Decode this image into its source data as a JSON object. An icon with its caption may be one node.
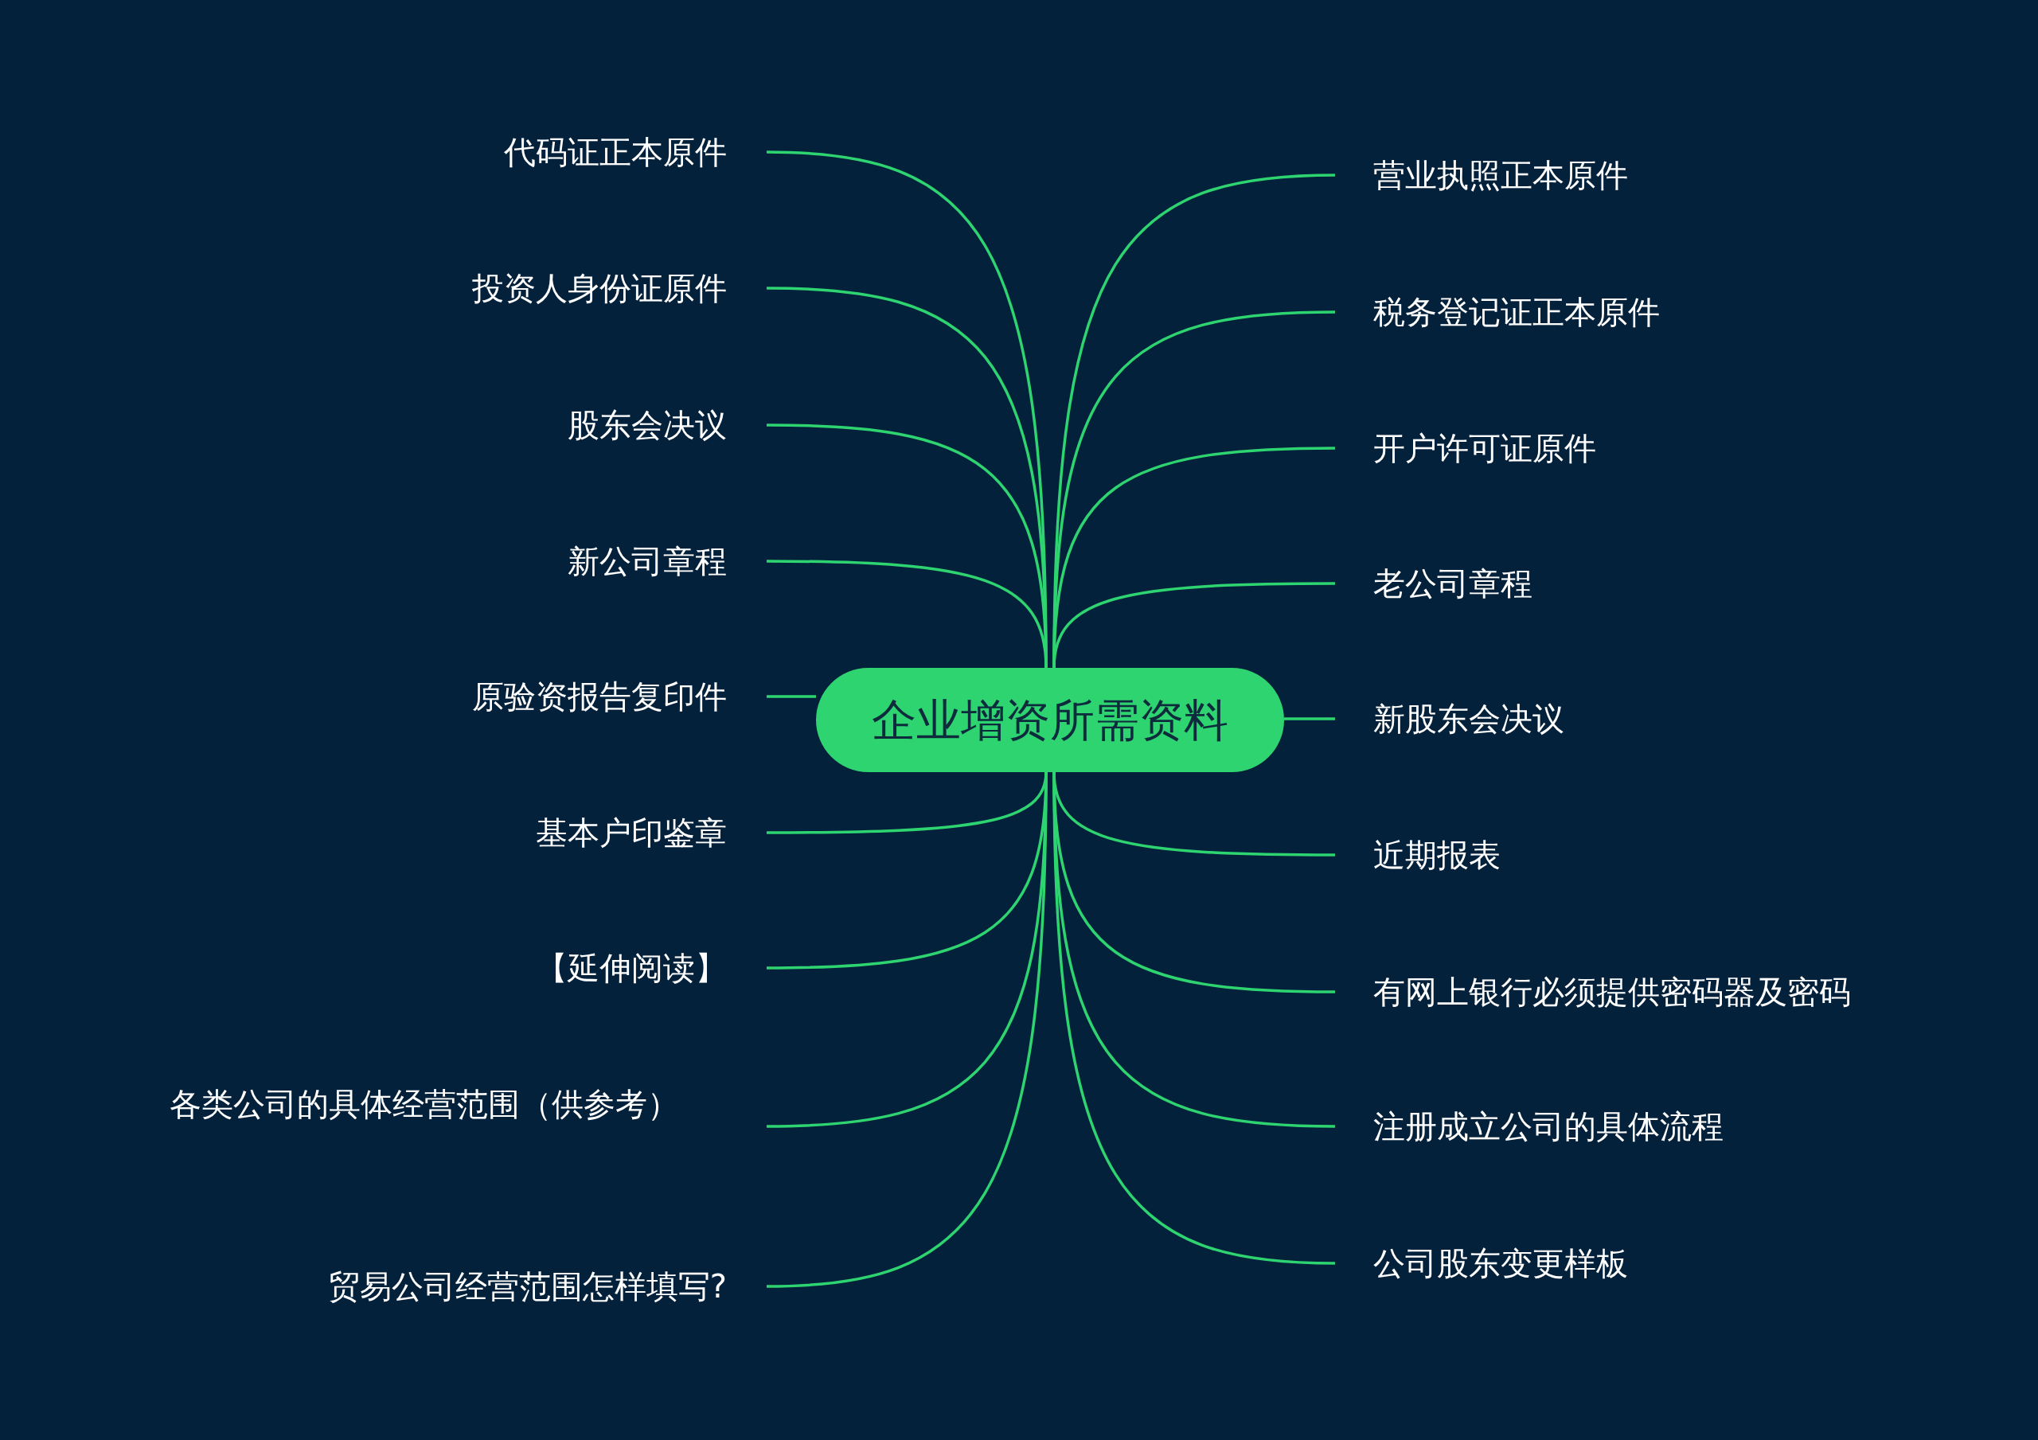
{
  "diagram": {
    "nodes": [
      {
        "text": [
          "企业增资所需资料"
        ]
      },
      {
        "text": [
          "代码证正本原件"
        ]
      },
      {
        "text": [
          "投资人身份证原件"
        ]
      },
      {
        "text": [
          "股东会决议"
        ]
      },
      {
        "text": [
          "新公司章程"
        ]
      },
      {
        "text": [
          "原验资报告复印件"
        ]
      },
      {
        "text": [
          "基本户印鉴章"
        ]
      },
      {
        "text": [
          "【延伸阅读】"
        ]
      },
      {
        "text": [
          "各类公司的具体经营范围（供参考）"
        ]
      },
      {
        "text": [
          "贸易公司经营范围怎样填写?"
        ]
      },
      {
        "text": [
          "营业执照正本原件"
        ]
      },
      {
        "text": [
          "税务登记证正本原件"
        ]
      },
      {
        "text": [
          "开户许可证原件"
        ]
      },
      {
        "text": [
          "老公司章程"
        ]
      },
      {
        "text": [
          "新股东会决议"
        ]
      },
      {
        "text": [
          "近期报表"
        ]
      },
      {
        "text": [
          "有网上银行必须提供密码器及密码"
        ]
      },
      {
        "text": [
          "注册成立公司的具体流程"
        ]
      },
      {
        "text": [
          "公司股东变更样板"
        ]
      }
    ],
    "edges": [
      {
        "from": 0,
        "to": 1,
        "arrow": "none"
      },
      {
        "from": 0,
        "to": 2,
        "arrow": "none"
      },
      {
        "from": 0,
        "to": 3,
        "arrow": "none"
      },
      {
        "from": 0,
        "to": 4,
        "arrow": "none"
      },
      {
        "from": 0,
        "to": 5,
        "arrow": "none"
      },
      {
        "from": 0,
        "to": 6,
        "arrow": "none"
      },
      {
        "from": 0,
        "to": 7,
        "arrow": "none"
      },
      {
        "from": 0,
        "to": 8,
        "arrow": "none"
      },
      {
        "from": 0,
        "to": 9,
        "arrow": "none"
      },
      {
        "from": 0,
        "to": 10,
        "arrow": "none"
      },
      {
        "from": 0,
        "to": 11,
        "arrow": "none"
      },
      {
        "from": 0,
        "to": 12,
        "arrow": "none"
      },
      {
        "from": 0,
        "to": 13,
        "arrow": "none"
      },
      {
        "from": 0,
        "to": 14,
        "arrow": "none"
      },
      {
        "from": 0,
        "to": 15,
        "arrow": "none"
      },
      {
        "from": 0,
        "to": 16,
        "arrow": "none"
      },
      {
        "from": 0,
        "to": 17,
        "arrow": "none"
      },
      {
        "from": 0,
        "to": 18,
        "arrow": "none"
      }
    ]
  }
}
